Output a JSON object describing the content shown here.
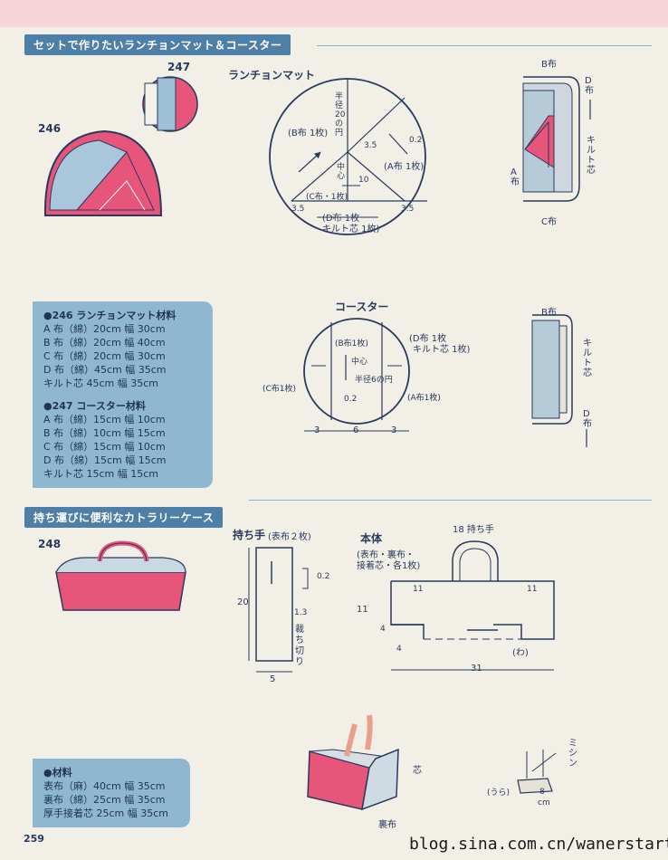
{
  "section1": {
    "title": "セットで作りたいランチョンマット＆コースター"
  },
  "section2": {
    "title": "持ち運びに便利なカトラリーケース"
  },
  "items": {
    "n247": "247",
    "n246": "246",
    "n248": "248"
  },
  "lunchmat": {
    "title": "ランチョンマット",
    "radius_label": "半径20の円",
    "b_label": "(B布 1枚)",
    "a_label": "(A布 1枚)",
    "c_label": "(C布・1枚)",
    "center": "中心",
    "d_label": "(D布 1枚",
    "quilt_label": "キルト芯 1枚)",
    "dim_35a": "3.5",
    "dim_35b": "3.5",
    "dim_35c": "3.5",
    "dim_02": "0.2",
    "dim_10": "10"
  },
  "section_side1": {
    "b": "B布",
    "d": "D布",
    "quilt": "キルト芯",
    "a": "A布",
    "c": "C布"
  },
  "coaster": {
    "title": "コースター",
    "b_label": "(B布1枚)",
    "c_label": "(C布1枚)",
    "center": "中心",
    "radius_label": "半径6の円",
    "d_label": "(D布 1枚",
    "quilt_label": "キルト芯 1枚)",
    "a_label": "(A布1枚)",
    "dim_02": "0.2",
    "dim_3a": "3",
    "dim_6": "6",
    "dim_3b": "3"
  },
  "section_side2": {
    "b": "B布",
    "quilt": "キルト芯",
    "d": "D布"
  },
  "materials246": {
    "heading": "●246 ランチョンマット材料",
    "lines": [
      "A 布（綿）20cm 幅 30cm",
      "B 布（綿）20cm 幅 40cm",
      "C 布（綿）20cm 幅 30cm",
      "D 布（綿）45cm 幅 35cm",
      "キルト芯 45cm 幅 35cm"
    ]
  },
  "materials247": {
    "heading": "●247 コースター材料",
    "lines": [
      "A 布（綿）15cm 幅 10cm",
      "B 布（綿）10cm 幅 15cm",
      "C 布（綿）15cm 幅 10cm",
      "D 布（綿）15cm 幅 15cm",
      "キルト芯 15cm 幅 15cm"
    ]
  },
  "handle": {
    "title": "持ち手",
    "sub": "(表布２枚)",
    "dim_20": "20",
    "dim_5": "5",
    "dim_02": "0.2",
    "dim_13": "1.3",
    "cut": "裁ち切り"
  },
  "body_part": {
    "title": "本体",
    "sub1": "(表布・裏布・",
    "sub2": "接着芯・各1枚)",
    "handle_lbl": "18 持ち手",
    "dim_11a": "11",
    "dim_11b": "11",
    "dim_11c": "11",
    "dim_4a": "4",
    "dim_4b": "4",
    "dim_31": "31",
    "fold": "(わ)"
  },
  "case_labels": {
    "core": "芯",
    "lining": "裏布"
  },
  "seam": {
    "machine": "ミシン",
    "ura": "(うら)",
    "dim_8": "8",
    "cm": "cm"
  },
  "materials248": {
    "heading": "●材料",
    "lines": [
      "表布（麻）40cm 幅 35cm",
      "裏布（綿）25cm 幅 35cm",
      "厚手接着芯 25cm 幅 35cm"
    ]
  },
  "page_number": "259",
  "watermark": "blog.sina.com.cn/wanerstart",
  "colors": {
    "accent": "#4e7fa6",
    "pink": "#e8557a",
    "blue": "#8fb7cf",
    "ink": "#2a3a5c"
  }
}
